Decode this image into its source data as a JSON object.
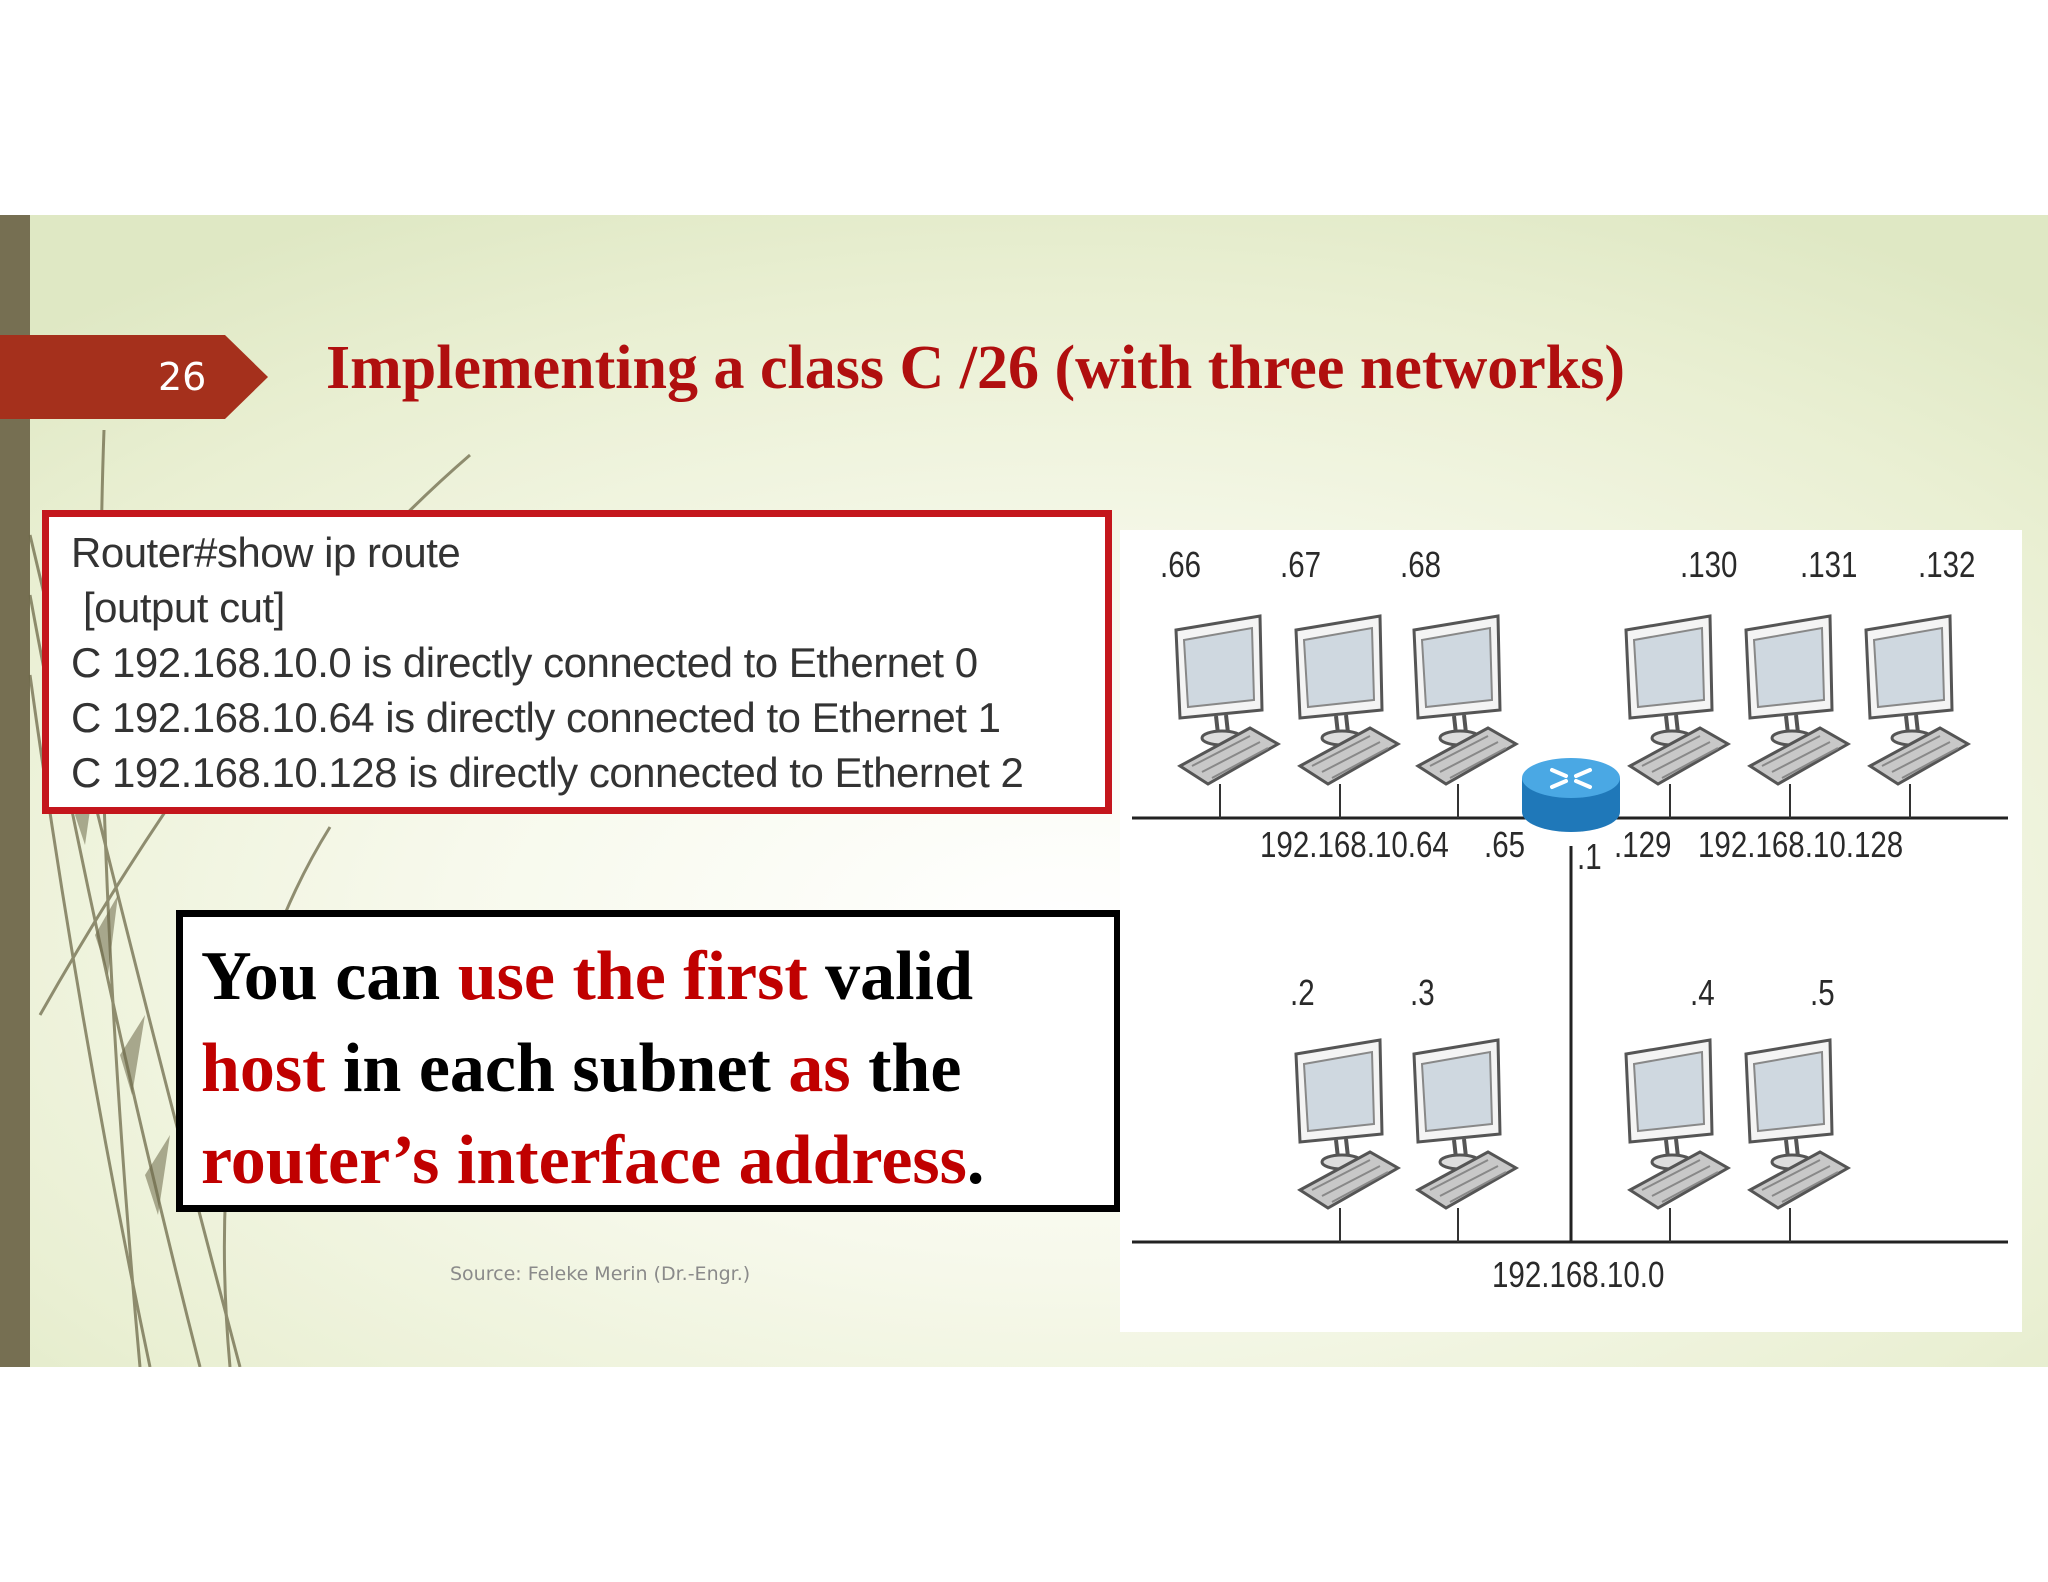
{
  "slide": {
    "number": "26",
    "title": "Implementing a class C /26 (with three networks)",
    "source": "Source: Feleke Merin (Dr.-Engr.)"
  },
  "terminal": {
    "lines": [
      "Router#show ip route",
      "[output cut]",
      "C 192.168.10.0 is directly connected to Ethernet 0",
      "C 192.168.10.64 is directly connected to Ethernet 1",
      "C 192.168.10.128 is directly connected to Ethernet 2"
    ]
  },
  "note": {
    "p1": "You can ",
    "p2": "use the first",
    "p3": " valid ",
    "p4": "host",
    "p5": " in each subnet ",
    "p6": "as",
    "p7": " the ",
    "p8": "router’s interface address",
    "p9": "."
  },
  "diagram": {
    "host_labels": [
      ".66",
      ".67",
      ".68",
      ".130",
      ".131",
      ".132",
      ".2",
      ".3",
      ".4",
      ".5"
    ],
    "network_top_left": "192.168.10.64",
    "network_top_right": "192.168.10.128",
    "network_bottom": "192.168.10.0",
    "router_if_left": ".65",
    "router_if_right": ".129",
    "router_if_bottom": ".1"
  },
  "colors": {
    "accent_red": "#c00000",
    "number_tab": "#a5301c",
    "left_bar": "#766f52",
    "router_blue": "#2f8fd0"
  }
}
